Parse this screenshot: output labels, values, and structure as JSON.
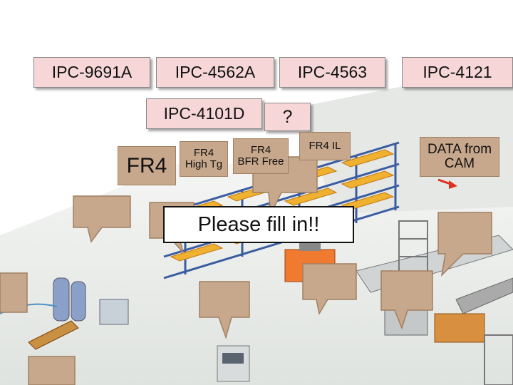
{
  "standards": [
    "IPC-9691A",
    "IPC-4562A",
    "IPC-4563",
    "IPC-4121",
    "IPC-4101D"
  ],
  "unknown_mark": "?",
  "materials": {
    "fr4": "FR4",
    "fr4_high_tg_line1": "FR4",
    "fr4_high_tg_line2": "High Tg",
    "fr4_bfr_free_line1": "FR4",
    "fr4_bfr_free_line2": "BFR Free",
    "fr4_il": "FR4 IL"
  },
  "data_from_cam_line1": "DATA from",
  "data_from_cam_line2": "CAM",
  "please_fill_in": "Please fill in!!",
  "colors": {
    "label_pink": "#f6d6d6",
    "callout_brown": "#c8a88c",
    "callout_border": "#a08060",
    "floor": "#eef0ee",
    "rack_blue": "#4a72b8",
    "panel_orange": "#f0b030",
    "please_fill_bg": "#ffffff",
    "arrow_red": "#e03020"
  }
}
